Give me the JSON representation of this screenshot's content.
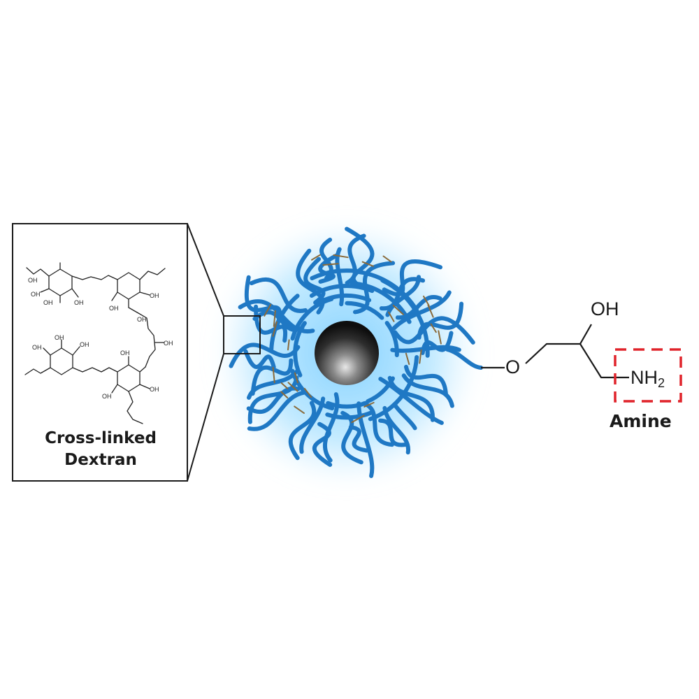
{
  "inset": {
    "caption_line1": "Cross-linked",
    "caption_line2": "Dextran",
    "hydroxyl": "OH"
  },
  "linker": {
    "ether_oxygen": "O",
    "hydroxyl": "OH",
    "amine_formula": "NH",
    "amine_subscript": "2",
    "amine_label": "Amine"
  },
  "colors": {
    "polymer": "#1f78c4",
    "glow": "#7fd0ff",
    "crosslink": "#8a6a3a",
    "highlight_box": "#e0242b",
    "core": "#2b2b2b"
  }
}
